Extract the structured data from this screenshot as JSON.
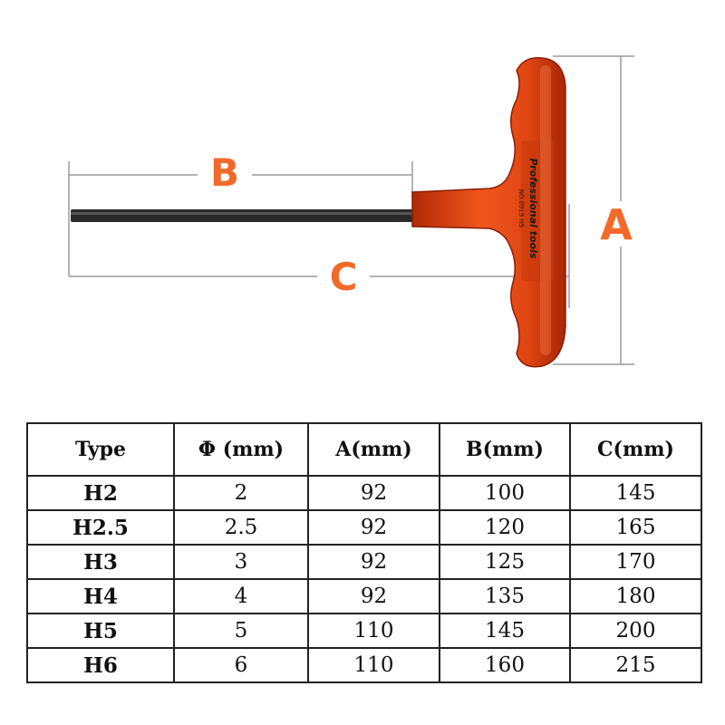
{
  "diagram": {
    "labels": {
      "a": "A",
      "b": "B",
      "c": "C"
    },
    "handle_text": [
      "Professional tools",
      "NO.0915 H5"
    ],
    "colors": {
      "accent": "#f26a2a",
      "handle": "#d63a0c",
      "shaft": "#2a2a2a",
      "dimension_line": "#999999"
    }
  },
  "table": {
    "headers": [
      "Type",
      "Φ (mm)",
      "A(mm)",
      "B(mm)",
      "C(mm)"
    ],
    "rows": [
      [
        "H2",
        "2",
        "92",
        "100",
        "145"
      ],
      [
        "H2.5",
        "2.5",
        "92",
        "120",
        "165"
      ],
      [
        "H3",
        "3",
        "92",
        "125",
        "170"
      ],
      [
        "H4",
        "4",
        "92",
        "135",
        "180"
      ],
      [
        "H5",
        "5",
        "110",
        "145",
        "200"
      ],
      [
        "H6",
        "6",
        "110",
        "160",
        "215"
      ]
    ]
  }
}
